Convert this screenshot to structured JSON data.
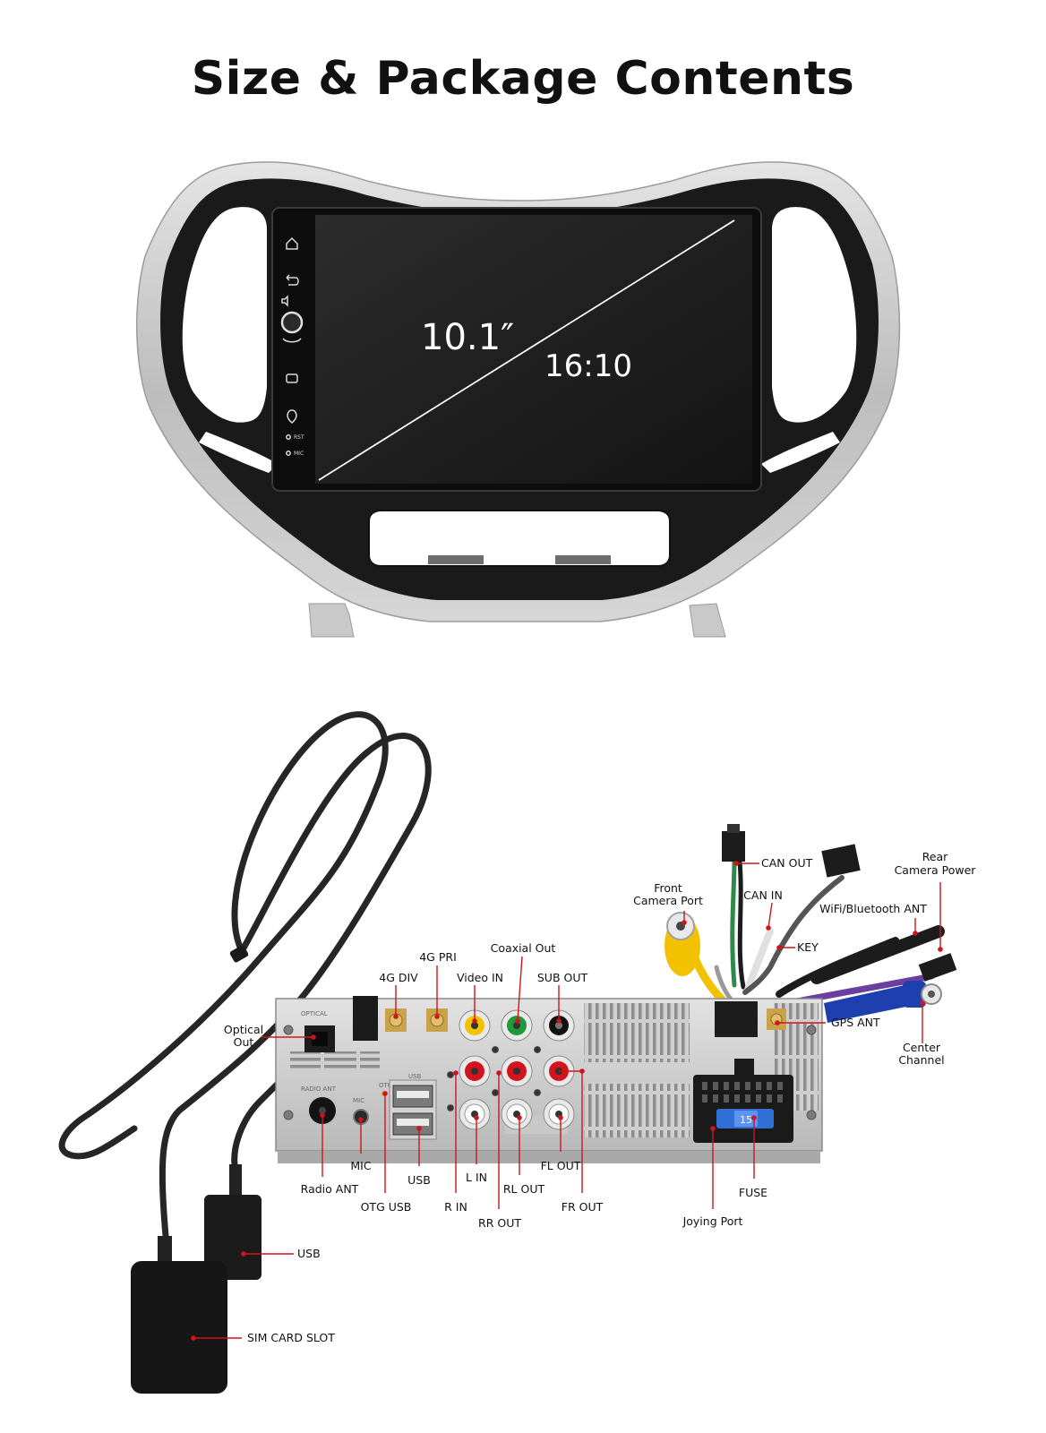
{
  "title": "Size & Package Contents",
  "screen": {
    "diagonal": "10.1″",
    "aspect_ratio": "16:10"
  },
  "bezel_labels": {
    "rst": "RST",
    "mic": "MIC"
  },
  "rear_panel": {
    "silkscreen": {
      "optical": "OPTICAL",
      "usb": "USB",
      "radio_ant": "RADIO ANT",
      "otg": "OTG",
      "mic": "MIC",
      "fuse": "15"
    },
    "callouts": {
      "can_out": "CAN OUT",
      "rear_camera_power_line1": "Rear",
      "rear_camera_power_line2": "Camera Power",
      "front_camera_port_line1": "Front",
      "front_camera_port_line2": "Camera Port",
      "can_in": "CAN IN",
      "wifi_bt_ant": "WiFi/Bluetooth ANT",
      "key": "KEY",
      "four_g_pri": "4G PRI",
      "coaxial_out": "Coaxial Out",
      "four_g_div": "4G DIV",
      "video_in": "Video IN",
      "sub_out": "SUB OUT",
      "optical_out_line1": "Optical",
      "optical_out_line2": "Out",
      "gps_ant": "GPS ANT",
      "center_channel_line1": "Center",
      "center_channel_line2": "Channel",
      "mic": "MIC",
      "radio_ant": "Radio ANT",
      "usb": "USB",
      "otg_usb": "OTG USB",
      "l_in": "L IN",
      "r_in": "R IN",
      "rl_out": "RL OUT",
      "rr_out": "RR OUT",
      "fl_out": "FL OUT",
      "fr_out": "FR OUT",
      "fuse": "FUSE",
      "joying_port": "Joying Port",
      "usb_cable": "USB",
      "sim_card_slot": "SIM CARD SLOT"
    }
  },
  "colors": {
    "accent_red": "#d0141a",
    "video_yellow": "#f2c200",
    "coax_green": "#1f9a3a",
    "rca_red": "#d4141c",
    "can_blue": "#1e3fae",
    "wire_purple": "#6b3fa0"
  }
}
